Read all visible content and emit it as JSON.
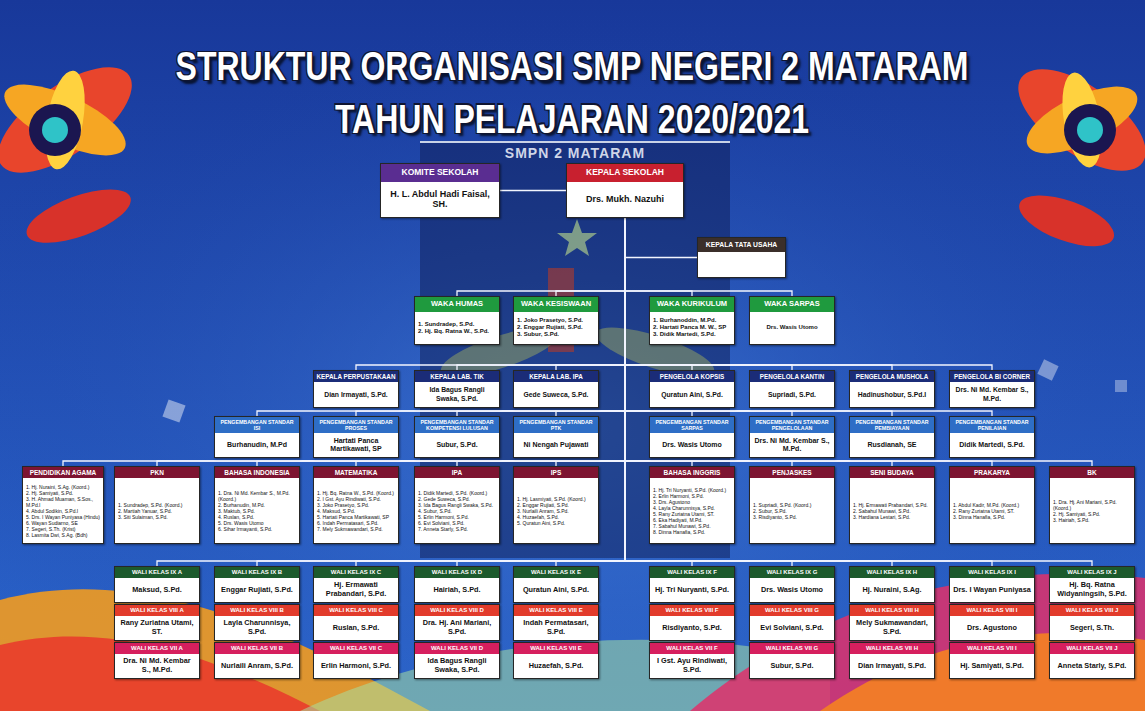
{
  "diagram": {
    "title": "STRUKTUR ORGANISASI SMP NEGERI 2 MATARAM TAHUN PELAJARAN 2020/2021",
    "nodes": [
      {
        "text": [
          "KOMITE SEKOLAH",
          "H. L. Abdul Hadi Faisal, SH."
        ]
      },
      {
        "text": [
          "KEPALA SEKOLAH",
          "Drs. Mukh. Nazuhi"
        ]
      },
      {
        "text": [
          "KEPALA TATA USAHA"
        ]
      },
      {
        "text": [
          "WAKA HUMAS",
          "1. Sundradep, S.Pd.",
          "2. Hj. Bq. Ratna W., S.Pd."
        ]
      },
      {
        "text": [
          "WAKA KESISWAAN",
          "1. Joko Prasetyo, S.Pd.",
          "2. Enggar Rujiati, S.Pd.",
          "3. Subur, S.Pd."
        ]
      },
      {
        "text": [
          "WAKA KURIKULUM",
          "1. Burhanoddin, M.Pd.",
          "2. Hartati Panca M. W., SP",
          "3. Didik Martedi, S.Pd."
        ]
      },
      {
        "text": [
          "WAKA SARPAS",
          "Drs. Wasis Utomo"
        ]
      },
      {
        "text": [
          "KEPALA PERPUSTAKAAN",
          "Dian Irmayati, S.Pd."
        ]
      },
      {
        "text": [
          "KEPALA LAB. TIK",
          "Ida Bagus Rangli Swaka, S.Pd."
        ]
      },
      {
        "text": [
          "KEPALA LAB. IPA",
          "Gede Suweca, S.Pd."
        ]
      },
      {
        "text": [
          "PENGELOLA KOPSIS",
          "Quratun Aini, S.Pd."
        ]
      },
      {
        "text": [
          "PENGELOLA KANTIN",
          "Supriadi, S.Pd."
        ]
      },
      {
        "text": [
          "PENGELOLA MUSHOLA",
          "Hadinushobur, S.Pd.I"
        ]
      },
      {
        "text": [
          "PENGELOLA BI CORNER",
          "Drs. Ni Md. Kembar S., M.Pd."
        ]
      },
      {
        "text": [
          "PENGEMBANGAN STANDAR ISI",
          "Burhanudin, M.Pd"
        ]
      },
      {
        "text": [
          "PENGEMBANGAN STANDAR PROSES",
          "Hartati Panca Martikawati, SP"
        ]
      },
      {
        "text": [
          "PENGEMBANGAN STANDAR KOMPETENSI LULUSAN",
          "Subur, S.Pd."
        ]
      },
      {
        "text": [
          "PENGEMBANGAN STANDAR PTK",
          "Ni Nengah Pujawati"
        ]
      },
      {
        "text": [
          "PENGEMBANGAN STANDAR SARPAS",
          "Drs. Wasis Utomo"
        ]
      },
      {
        "text": [
          "PENGEMBANGAN STANDAR PENGELOLAAN",
          "Drs. Ni Md. Kembar S., M.Pd."
        ]
      },
      {
        "text": [
          "PENGEMBANGAN STANDAR PEMBIAYAAN",
          "Rusdianah, SE"
        ]
      },
      {
        "text": [
          "PENGEMBANGAN STANDAR PENILAIAN",
          "Didik Martedi, S.Pd."
        ]
      },
      {
        "text": [
          "PENDIDIKAN AGAMA",
          "1. Hj. Nuraini, S.Ag. (Koord.)",
          "2. Hj. Samiyati, S.Pd.",
          "3. H. Ahmad Muaman, S.Sos., M.Pd.I",
          "4. Abdul Sodikin, S.Pd.I",
          "5. Drs. I Wayan Puniyasa (Hindu)",
          "6. Wayan Sudiarno, SE",
          "7. Segeri, S.Th. (Krist)",
          "8. Lasmita Dwi, S.Ag. (Bdh)"
        ]
      },
      {
        "text": [
          "PKN",
          "1. Sundradep, S.Pd. (Koord.)",
          "2. Martiah Yanuar, S.Pd.",
          "3. Siti Sulaiman, S.Pd."
        ]
      },
      {
        "text": [
          "BAHASA INDONESIA",
          "1. Dra. Ni Md. Kembar S., M.Pd. (Koord.)",
          "2. Burhanudin, M.Pd.",
          "3. Maktub, S.Pd.",
          "4. Ruslan, S.Pd.",
          "5. Drs. Wasis Utomo",
          "6. Sihar Irmayanti, S.Pd."
        ]
      },
      {
        "text": [
          "MATEMATIKA",
          "1. Hj. Bq. Ratna W., S.Pd. (Koord.)",
          "2. I Gst. Ayu Rindiwati, S.Pd.",
          "3. Joko Prasetyo, S.Pd.",
          "4. Maksud, S.Pd.",
          "5. Hartati Panca Martikawati, SP",
          "6. Indah Permatasari, S.Pd.",
          "7. Mely Sukmawandari, S.Pd."
        ]
      },
      {
        "text": [
          "IPA",
          "1. Didik Martedi, S.Pd. (Koord.)",
          "2. Gede Suweca, S.Pd.",
          "3. Ida Bagus Rangli Swaka, S.Pd.",
          "4. Subur, S.Pd.",
          "5. Erlin Harmoni, S.Pd.",
          "6. Evi Solviani, S.Pd.",
          "7. Anneta Starly, S.Pd."
        ]
      },
      {
        "text": [
          "IPS",
          "1. Hj. Lasmiyati, S.Pd. (Koord.)",
          "2. Enggar Rujiati, S.Pd.",
          "3. Nurlaili Anram, S.Pd.",
          "4. Huzaefah, S.Pd.",
          "5. Quratun Aini, S.Pd."
        ]
      },
      {
        "text": [
          "BAHASA INGGRIS",
          "1. Hj. Tri Nuryanti, S.Pd. (Koord.)",
          "2. Erlin Harmoni, S.Pd.",
          "3. Drs. Agustono",
          "4. Layla Charunnisya, S.Pd.",
          "5. Rany Zuriatna Utami, ST.",
          "6. Eka Hadiyati, M.Pd.",
          "7. Sabahul Munawi, S.Pd.",
          "8. Dinna Hanafia, S.Pd."
        ]
      },
      {
        "text": [
          "PENJASKES",
          "1. Supriadi, S.Pd. (Koord.)",
          "2. Subur, S.Pd.",
          "3. Risdiyanto, S.Pd."
        ]
      },
      {
        "text": [
          "SENI BUDAYA",
          "1. Hj. Ermawati Prabandari, S.Pd.",
          "2. Sabahul Munawi, S.Pd.",
          "3. Hardiana Lestari, S.Pd."
        ]
      },
      {
        "text": [
          "PRAKARYA",
          "1. Abdul Kadir, M.Pd. (Koord.)",
          "2. Rany Zuriatna Utami, ST.",
          "3. Dinna Hanafia, S.Pd."
        ]
      },
      {
        "text": [
          "BK",
          "1. Dra. Hj. Ani Mariani, S.Pd. (Koord.)",
          "2. Hj. Samiyati, S.Pd.",
          "3. Hairiah, S.Pd."
        ]
      },
      {
        "text": [
          "WALI KELAS IX A",
          "Maksud, S.Pd."
        ]
      },
      {
        "text": [
          "WALI KELAS IX B",
          "Enggar Rujiati, S.Pd."
        ]
      },
      {
        "text": [
          "WALI KELAS IX C",
          "Hj. Ermawati Prabandari, S.Pd."
        ]
      },
      {
        "text": [
          "WALI KELAS IX D",
          "Hairiah, S.Pd."
        ]
      },
      {
        "text": [
          "WALI KELAS IX E",
          "Quratun Aini, S.Pd."
        ]
      },
      {
        "text": [
          "WALI KELAS IX F",
          "Hj. Tri Nuryanti, S.Pd."
        ]
      },
      {
        "text": [
          "WALI KELAS IX G",
          "Drs. Wasis Utomo"
        ]
      },
      {
        "text": [
          "WALI KELAS IX H",
          "Hj. Nuraini, S.Ag."
        ]
      },
      {
        "text": [
          "WALI KELAS IX I",
          "Drs. I Wayan Puniyasa"
        ]
      },
      {
        "text": [
          "WALI KELAS IX J",
          "Hj. Bq. Ratna Widyaningsih, S.Pd."
        ]
      },
      {
        "text": [
          "WALI KELAS VIII A",
          "Rany Zuriatna Utami, ST."
        ]
      },
      {
        "text": [
          "WALI KELAS VIII B",
          "Layla Charunnisya, S.Pd."
        ]
      },
      {
        "text": [
          "WALI KELAS VIII C",
          "Ruslan, S.Pd."
        ]
      },
      {
        "text": [
          "WALI KELAS VIII D",
          "Dra. Hj. Ani Mariani, S.Pd."
        ]
      },
      {
        "text": [
          "WALI KELAS VIII E",
          "Indah Permatasari, S.Pd."
        ]
      },
      {
        "text": [
          "WALI KELAS VIII F",
          "Risdiyanto, S.Pd."
        ]
      },
      {
        "text": [
          "WALI KELAS VIII G",
          "Evi Solviani, S.Pd."
        ]
      },
      {
        "text": [
          "WALI KELAS VIII H",
          "Mely Sukmawandari, S.Pd."
        ]
      },
      {
        "text": [
          "WALI KELAS VIII I",
          "Drs. Agustono"
        ]
      },
      {
        "text": [
          "WALI KELAS VIII J",
          "Segeri, S.Th."
        ]
      },
      {
        "text": [
          "WALI KELAS VII A",
          "Dra. Ni Md. Kembar S., M.Pd."
        ]
      },
      {
        "text": [
          "WALI KELAS VII B",
          "Nurlaili Anram, S.Pd."
        ]
      },
      {
        "text": [
          "WALI KELAS VII C",
          "Erlin Harmoni, S.Pd."
        ]
      },
      {
        "text": [
          "WALI KELAS VII D",
          "Ida Bagus Rangli Swaka, S.Pd."
        ]
      },
      {
        "text": [
          "WALI KELAS VII E",
          "Huzaefah, S.Pd."
        ]
      },
      {
        "text": [
          "WALI KELAS VII F",
          "I Gst. Ayu Rindiwati, S.Pd."
        ]
      },
      {
        "text": [
          "WALI KELAS VII G",
          "Subur, S.Pd."
        ]
      },
      {
        "text": [
          "WALI KELAS VII H",
          "Dian Irmayati, S.Pd."
        ]
      },
      {
        "text": [
          "WALI KELAS VII I",
          "Hj. Samiyati, S.Pd."
        ]
      },
      {
        "text": [
          "WALI KELAS VII J",
          "Anneta Starly, S.Pd."
        ]
      }
    ],
    "edges": [
      {
        "from": 0,
        "to": 1,
        "arrow": "none"
      },
      {
        "from": 1,
        "to": 2,
        "arrow": "none"
      },
      {
        "from": 1,
        "to": 3,
        "arrow": "none"
      },
      {
        "from": 1,
        "to": 4,
        "arrow": "none"
      },
      {
        "from": 1,
        "to": 5,
        "arrow": "none"
      },
      {
        "from": 1,
        "to": 6,
        "arrow": "none"
      },
      {
        "from": 1,
        "to": 7,
        "arrow": "none"
      },
      {
        "from": 1,
        "to": 8,
        "arrow": "none"
      },
      {
        "from": 1,
        "to": 9,
        "arrow": "none"
      },
      {
        "from": 1,
        "to": 10,
        "arrow": "none"
      },
      {
        "from": 1,
        "to": 11,
        "arrow": "none"
      },
      {
        "from": 1,
        "to": 12,
        "arrow": "none"
      },
      {
        "from": 1,
        "to": 13,
        "arrow": "none"
      },
      {
        "from": 1,
        "to": 14,
        "arrow": "none"
      },
      {
        "from": 1,
        "to": 15,
        "arrow": "none"
      },
      {
        "from": 1,
        "to": 16,
        "arrow": "none"
      },
      {
        "from": 1,
        "to": 17,
        "arrow": "none"
      },
      {
        "from": 1,
        "to": 18,
        "arrow": "none"
      },
      {
        "from": 1,
        "to": 19,
        "arrow": "none"
      },
      {
        "from": 1,
        "to": 20,
        "arrow": "none"
      },
      {
        "from": 1,
        "to": 21,
        "arrow": "none"
      },
      {
        "from": 1,
        "to": 22,
        "arrow": "none"
      },
      {
        "from": 1,
        "to": 23,
        "arrow": "none"
      },
      {
        "from": 1,
        "to": 24,
        "arrow": "none"
      },
      {
        "from": 1,
        "to": 25,
        "arrow": "none"
      },
      {
        "from": 1,
        "to": 26,
        "arrow": "none"
      },
      {
        "from": 1,
        "to": 27,
        "arrow": "none"
      },
      {
        "from": 1,
        "to": 28,
        "arrow": "none"
      },
      {
        "from": 1,
        "to": 29,
        "arrow": "none"
      },
      {
        "from": 1,
        "to": 30,
        "arrow": "none"
      },
      {
        "from": 1,
        "to": 31,
        "arrow": "none"
      },
      {
        "from": 1,
        "to": 32,
        "arrow": "none"
      },
      {
        "from": 1,
        "to": 33,
        "arrow": "none"
      },
      {
        "from": 1,
        "to": 34,
        "arrow": "none"
      },
      {
        "from": 1,
        "to": 35,
        "arrow": "none"
      },
      {
        "from": 1,
        "to": 36,
        "arrow": "none"
      },
      {
        "from": 1,
        "to": 37,
        "arrow": "none"
      },
      {
        "from": 1,
        "to": 38,
        "arrow": "none"
      },
      {
        "from": 1,
        "to": 39,
        "arrow": "none"
      },
      {
        "from": 1,
        "to": 40,
        "arrow": "none"
      },
      {
        "from": 1,
        "to": 41,
        "arrow": "none"
      },
      {
        "from": 1,
        "to": 42,
        "arrow": "none"
      }
    ],
    "labels": [
      "SMPN 2 MATARAM"
    ]
  }
}
